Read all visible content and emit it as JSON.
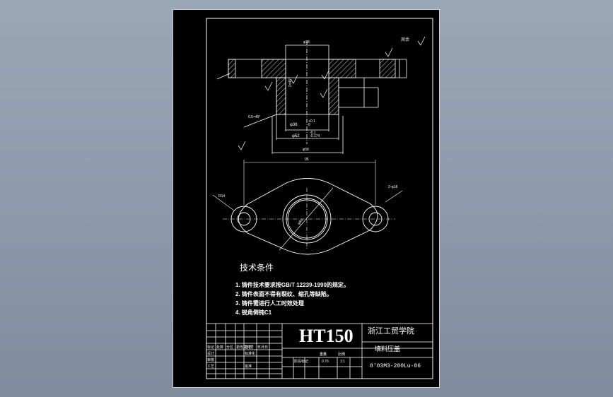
{
  "drawing": {
    "roughness_note": "其余",
    "dims": {
      "top_dia": "φ38",
      "chamfer_2": "2×45°",
      "chamfer_05": "0.5×45°",
      "bore": "φ36",
      "bore_tol": "+0.1\n0",
      "boss": "φ52",
      "boss_tol": "-0.1\n-0.174",
      "boss_outer": "φ58",
      "width_top": "95",
      "hole_2": "2-φ18",
      "pcd": "φ80",
      "r_left": "R14"
    },
    "section_title": "技术条件",
    "requirements": [
      "1. 铸件技术要求按GB/T 12239-1990的规定。",
      "2. 铸件表面不得有裂纹、缩孔等缺陷。",
      "3. 铸件需进行人工时效处理",
      "4. 锐角倒钝C1"
    ]
  },
  "title_block": {
    "material": "HT150",
    "school": "浙江工贸学院",
    "part_name": "填料压盖",
    "drawing_no": "8'03M3-200Lu-06",
    "scale": "1:1",
    "weight": "0.76",
    "cells": [
      "标记",
      "处数",
      "分区",
      "更改文件号",
      "签名",
      "年月日",
      "设计",
      "标准化",
      "审核",
      "工艺",
      "批准",
      "阶段标记",
      "重量",
      "比例"
    ]
  }
}
